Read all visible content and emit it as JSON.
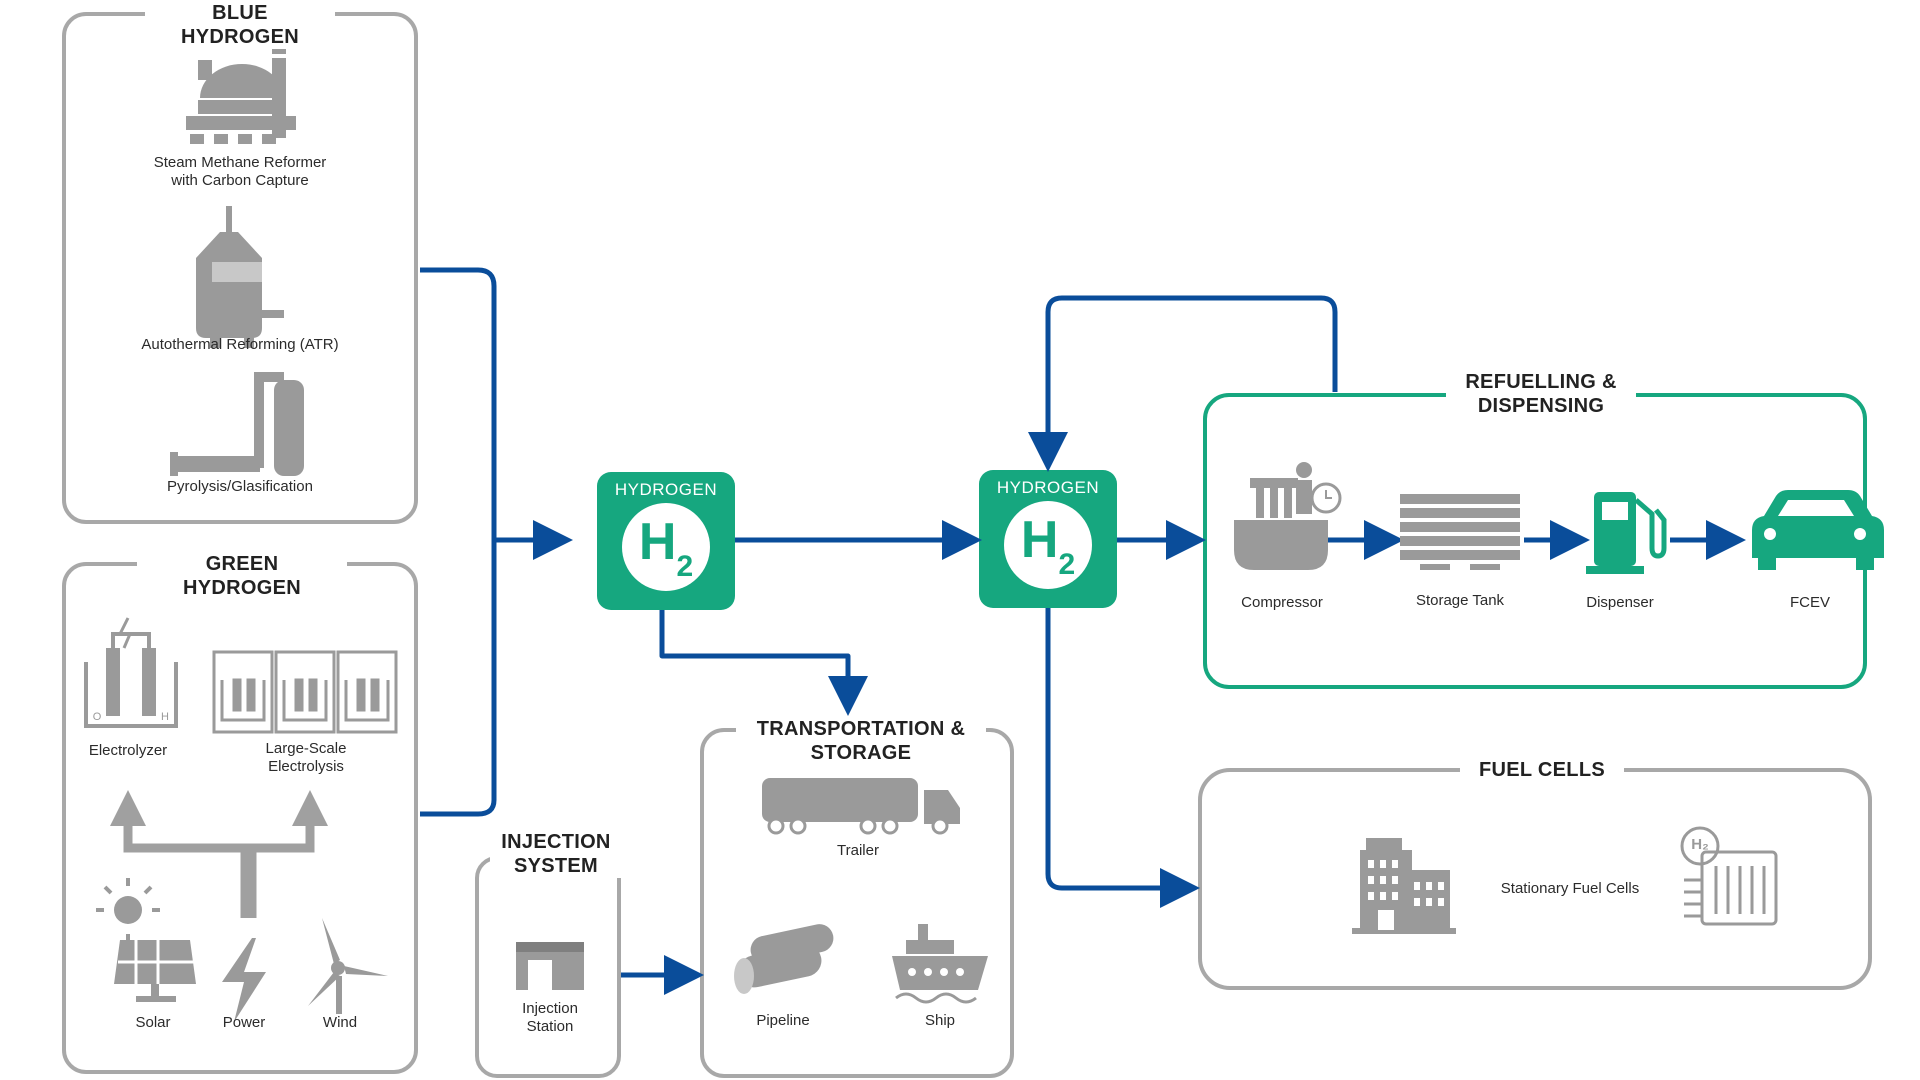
{
  "colors": {
    "blue": "#0a4d9a",
    "green": "#16a77f",
    "gray": "#9a9a9a",
    "box": "#a8a8a8"
  },
  "blue_hydrogen": {
    "title": "BLUE HYDROGEN",
    "smr_line1": "Steam Methane Reformer",
    "smr_line2": "with Carbon Capture",
    "atr": "Autothermal Reforming (ATR)",
    "pyrolysis": "Pyrolysis/Glasification"
  },
  "green_hydrogen": {
    "title": "GREEN HYDROGEN",
    "electrolyzer": "Electrolyzer",
    "large_line1": "Large-Scale",
    "large_line2": "Electrolysis",
    "solar": "Solar",
    "power": "Power",
    "wind": "Wind",
    "o2": "O",
    "h2": "H"
  },
  "hub1": {
    "label": "HYDROGEN",
    "symbol": "H",
    "sub": "2"
  },
  "hub2": {
    "label": "HYDROGEN",
    "symbol": "H",
    "sub": "2"
  },
  "injection": {
    "title_line1": "INJECTION",
    "title_line2": "SYSTEM",
    "station_line1": "Injection",
    "station_line2": "Station"
  },
  "transport": {
    "title_line1": "TRANSPORTATION &",
    "title_line2": "STORAGE",
    "trailer": "Trailer",
    "pipeline": "Pipeline",
    "ship": "Ship"
  },
  "refuel": {
    "title_line1": "REFUELLING &",
    "title_line2": "DISPENSING",
    "compressor": "Compressor",
    "storage_tank": "Storage Tank",
    "dispenser": "Dispenser",
    "fcev": "FCEV"
  },
  "fuel_cells": {
    "title": "FUEL CELLS",
    "stationary": "Stationary Fuel Cells",
    "h2_badge": "H₂"
  }
}
